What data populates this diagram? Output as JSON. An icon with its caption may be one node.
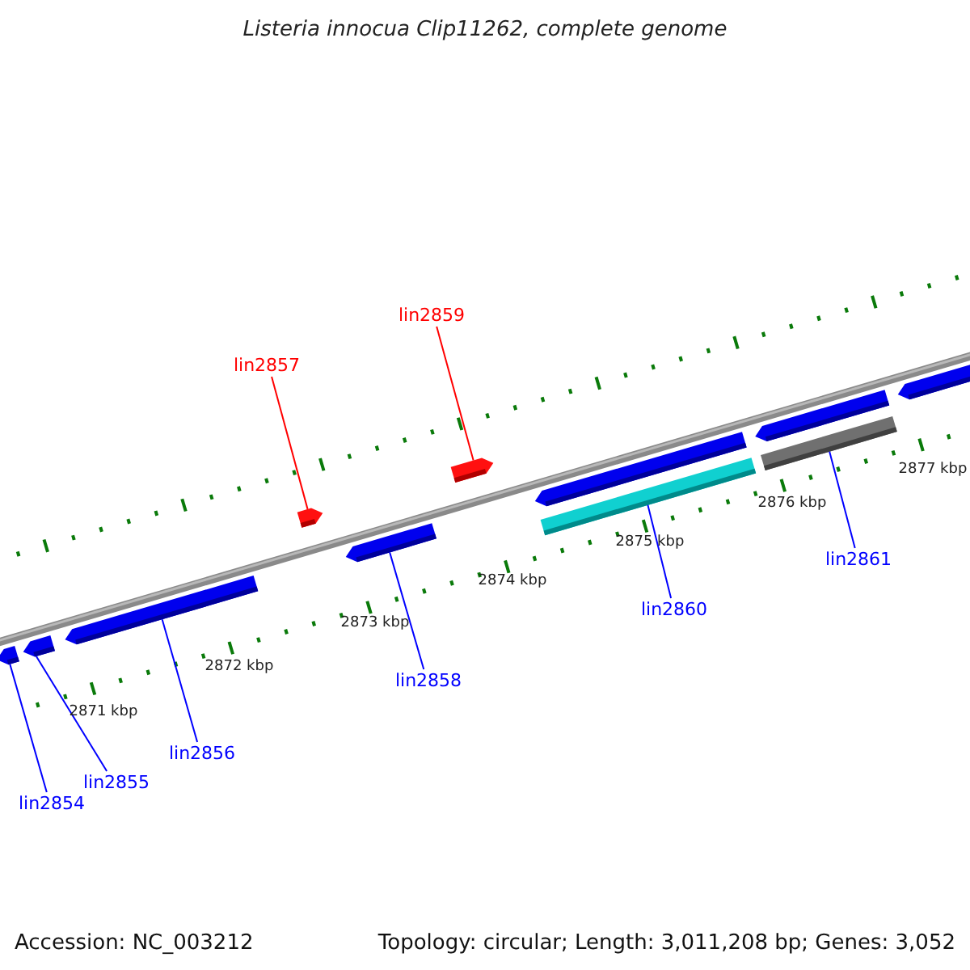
{
  "diagram": {
    "title": "Listeria innocua Clip11262, complete genome",
    "nodes": [
      {
        "text": [
          "lin2854"
        ]
      },
      {
        "text": [
          "lin2855"
        ]
      },
      {
        "text": [
          "lin2856"
        ]
      },
      {
        "text": [
          "lin2857"
        ]
      },
      {
        "text": [
          "lin2858"
        ]
      },
      {
        "text": [
          "lin2859"
        ]
      },
      {
        "text": [
          "lin2860"
        ]
      },
      {
        "text": [
          "lin2861"
        ]
      },
      {
        "text": [],
        "shape": "bar"
      },
      {
        "text": [],
        "shape": "bar"
      },
      {
        "text": [],
        "shape": "bar"
      },
      {
        "text": [],
        "shape": "bar"
      },
      {
        "text": [],
        "shape": "bar"
      },
      {
        "text": [],
        "shape": "bar"
      },
      {
        "text": [],
        "shape": "bar"
      },
      {
        "text": [],
        "shape": "bar"
      },
      {
        "text": [],
        "shape": "bar"
      },
      {
        "text": [],
        "shape": "bar"
      },
      {
        "text": [],
        "shape": "bar"
      }
    ],
    "edges": [
      {
        "from": 0,
        "to": 8,
        "arrow": "none"
      },
      {
        "from": 1,
        "to": 9,
        "arrow": "none"
      },
      {
        "from": 2,
        "to": 10,
        "arrow": "none"
      },
      {
        "from": 3,
        "to": 11,
        "arrow": "none",
        "color": "#ff0000"
      },
      {
        "from": 4,
        "to": 12,
        "arrow": "none"
      },
      {
        "from": 5,
        "to": 13,
        "arrow": "none",
        "color": "#ff0000"
      },
      {
        "from": 6,
        "to": 15,
        "arrow": "none"
      },
      {
        "from": 7,
        "to": 17,
        "arrow": "none"
      }
    ],
    "labels": [
      "2871 kbp",
      "2872 kbp",
      "2873 kbp",
      "2874 kbp",
      "2875 kbp",
      "2876 kbp",
      "2877 kbp",
      "Accession: NC_003212",
      "Topology: circular; Length: 3,011,208 bp; Genes: 3,052"
    ]
  }
}
